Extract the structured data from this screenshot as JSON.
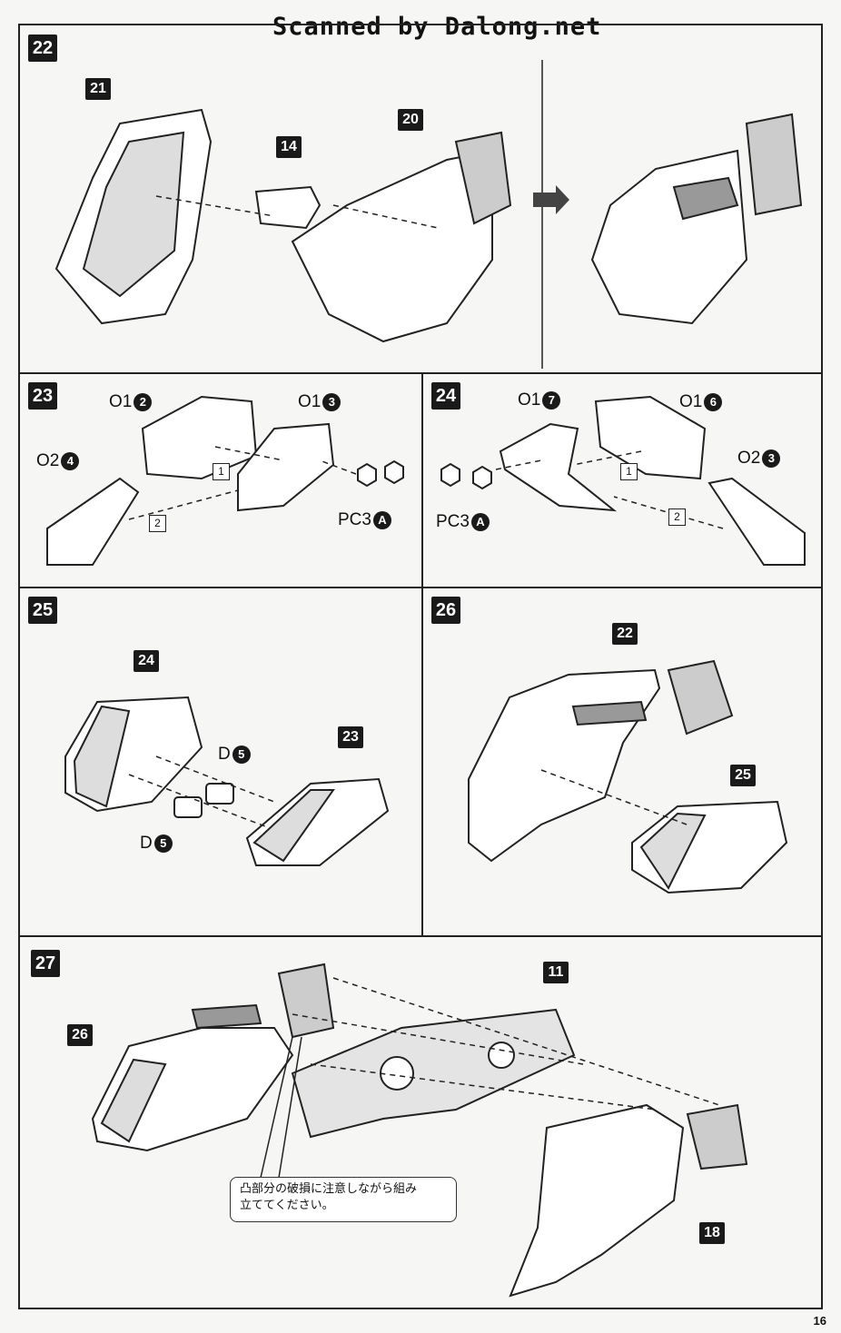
{
  "header": {
    "watermark": "Scanned by Dalong.net"
  },
  "steps": [
    {
      "id": "22",
      "parts": [
        "21",
        "14",
        "20"
      ]
    },
    {
      "id": "23",
      "runners": [
        "O1",
        "O1",
        "O2",
        "PC3"
      ],
      "order": [
        "1",
        "2"
      ]
    },
    {
      "id": "24",
      "runners": [
        "O1",
        "O1",
        "O2",
        "PC3"
      ],
      "order": [
        "1",
        "2"
      ]
    },
    {
      "id": "25",
      "parts": [
        "24",
        "23"
      ],
      "runners": [
        "D",
        "D"
      ]
    },
    {
      "id": "26",
      "parts": [
        "22",
        "25"
      ]
    },
    {
      "id": "27",
      "parts": [
        "26",
        "11",
        "18"
      ]
    }
  ],
  "labels": {
    "s23_o1a": "O1",
    "s23_o1a_num": "2",
    "s23_o1b": "O1",
    "s23_o1b_num": "3",
    "s23_o2": "O2",
    "s23_o2_num": "4",
    "s23_pc3": "PC3",
    "s23_pc3_num": "A",
    "s24_o1a": "O1",
    "s24_o1a_num": "7",
    "s24_o1b": "O1",
    "s24_o1b_num": "6",
    "s24_o2": "O2",
    "s24_o2_num": "3",
    "s24_pc3": "PC3",
    "s24_pc3_num": "A",
    "s25_da": "D",
    "s25_da_num": "5",
    "s25_db": "D",
    "s25_db_num": "5"
  },
  "note": {
    "text_line1": "凸部分の破損に注意しながら組み",
    "text_line2": "立ててください。"
  },
  "page": {
    "number": "16"
  },
  "colors": {
    "ink": "#1a1a1a",
    "paper": "#f6f6f4"
  }
}
